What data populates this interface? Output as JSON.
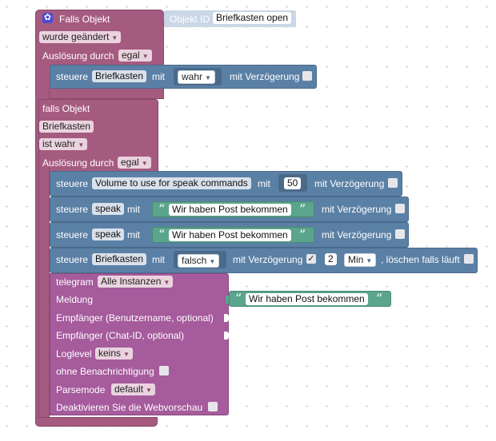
{
  "trigger": {
    "title": "Falls Objekt",
    "object_label": "Objekt ID",
    "object_value": "Briefkasten open",
    "condition": "wurde geändert",
    "ausloesung_label": "Auslösung durch",
    "ausloesung_value": "egal"
  },
  "control1": {
    "steuere": "steuere",
    "target": "Briefkasten",
    "mit": "mit",
    "value": "wahr",
    "delay_label": "mit Verzögerung"
  },
  "ifobj": {
    "title": "falls Objekt",
    "object": "Briefkasten",
    "condition": "ist wahr",
    "ausloesung_label": "Auslösung durch",
    "ausloesung_value": "egal"
  },
  "control2": {
    "steuere": "steuere",
    "target": "Volume to use for speak commands",
    "mit": "mit",
    "value": "50",
    "delay_label": "mit Verzögerung"
  },
  "control3": {
    "steuere": "steuere",
    "target": "speak",
    "mit": "mit",
    "text": "Wir haben Post bekommen",
    "delay_label": "mit Verzögerung"
  },
  "control4": {
    "steuere": "steuere",
    "target": "speak",
    "mit": "mit",
    "text": "Wir haben Post bekommen",
    "delay_label": "mit Verzögerung"
  },
  "control5": {
    "steuere": "steuere",
    "target": "Briefkasten",
    "mit": "mit",
    "value": "falsch",
    "delay_label": "mit Verzögerung",
    "delay_checked": "✓",
    "delay_amount": "2",
    "unit": "Min",
    "clear_label": ", löschen falls läuft"
  },
  "telegram": {
    "title": "telegram",
    "instance": "Alle Instanzen",
    "meldung_label": "Meldung",
    "meldung_text": "Wir haben Post bekommen",
    "empf_user": "Empfänger (Benutzername, optional)",
    "empf_chat": "Empfänger (Chat-ID, optional)",
    "loglevel_label": "Loglevel",
    "loglevel_value": "keins",
    "silent_label": "ohne Benachrichtigung",
    "parsemode_label": "Parsemode",
    "parsemode_value": "default",
    "webpreview_label": "Deaktivieren Sie die Webvorschau"
  },
  "icons": {
    "settings": "gear-icon",
    "dropdown": "dropdown-arrow-icon",
    "quote_open": "“",
    "quote_close": "”",
    "arrow": "▾"
  },
  "colors": {
    "event": "#a55b80",
    "control": "#5b80a5",
    "text": "#5ba58c",
    "telegram": "#a55b9c",
    "gear": "#4a48d6"
  }
}
